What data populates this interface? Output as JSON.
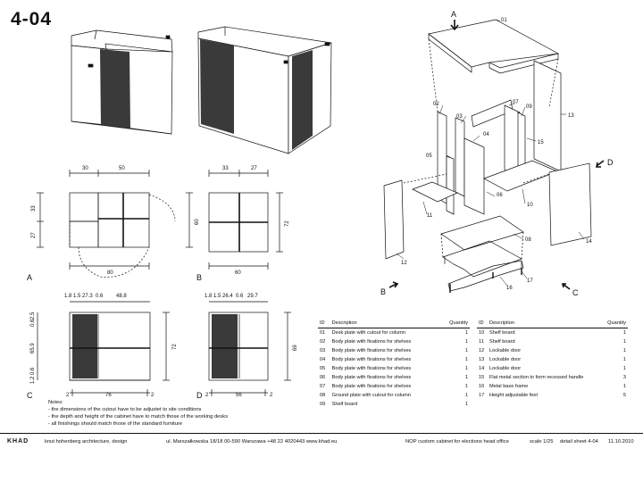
{
  "sheet": {
    "number": "4-04"
  },
  "views": {
    "A": "A",
    "B": "B",
    "C": "C",
    "D": "D"
  },
  "dims": {
    "a_w1": "30",
    "a_w2": "50",
    "a_h1": "33",
    "a_h2": "27",
    "a_side": "60",
    "a_total": "80",
    "b_w1": "33",
    "b_w2": "27",
    "b_h": "72",
    "b_total": "60",
    "c_top": [
      "1.8",
      "1.5",
      "27.3",
      "0.6",
      "48.8"
    ],
    "c_left": [
      "2.5",
      "0.6",
      "65.9",
      "0.6",
      "1.2"
    ],
    "c_h": "72",
    "c_bot": [
      "2",
      "76",
      "2"
    ],
    "d_top": [
      "1.8",
      "1.5",
      "26.4",
      "0.6",
      "29.7"
    ],
    "d_h": "69",
    "d_bot": [
      "2",
      "56",
      "2"
    ]
  },
  "callouts": {
    "p01": "01",
    "p02": "02",
    "p03": "03",
    "p04": "04",
    "p05": "05",
    "p06": "06",
    "p07": "07",
    "p08": "08",
    "p09": "09",
    "p10": "10",
    "p11": "11",
    "p12": "12",
    "p13": "13",
    "p14": "14",
    "p15": "15",
    "p16": "16",
    "p17": "17",
    "dirA": "A",
    "dirB": "B",
    "dirC": "C",
    "dirD": "D"
  },
  "parts_header": {
    "id": "ID",
    "description": "Description",
    "quantity": "Quantity"
  },
  "parts_left": [
    {
      "id": "01",
      "description": "Desk plate with cutout for column",
      "quantity": "1"
    },
    {
      "id": "02",
      "description": "Body plate with fixations for shelves",
      "quantity": "1"
    },
    {
      "id": "03",
      "description": "Body plate with fixations for shelves",
      "quantity": "1"
    },
    {
      "id": "04",
      "description": "Body plate with fixations for shelves",
      "quantity": "1"
    },
    {
      "id": "05",
      "description": "Body plate with fixations for shelves",
      "quantity": "1"
    },
    {
      "id": "06",
      "description": "Body plate with fixations for shelves",
      "quantity": "1"
    },
    {
      "id": "07",
      "description": "Body plate with fixations for shelves",
      "quantity": "1"
    },
    {
      "id": "08",
      "description": "Ground plate with cutout for column",
      "quantity": "1"
    },
    {
      "id": "09",
      "description": "Shelf board",
      "quantity": "1"
    }
  ],
  "parts_right": [
    {
      "id": "10",
      "description": "Shelf board",
      "quantity": "1"
    },
    {
      "id": "11",
      "description": "Shelf board",
      "quantity": "1"
    },
    {
      "id": "12",
      "description": "Lockable door",
      "quantity": "1"
    },
    {
      "id": "13",
      "description": "Lockable door",
      "quantity": "1"
    },
    {
      "id": "14",
      "description": "Lockable door",
      "quantity": "1"
    },
    {
      "id": "15",
      "description": "Flat metal section to form recessed handle",
      "quantity": "3"
    },
    {
      "id": "16",
      "description": "Metal base frame",
      "quantity": "1"
    },
    {
      "id": "17",
      "description": "Height adjustable feet",
      "quantity": "5"
    }
  ],
  "notes": {
    "title": "Notes:",
    "lines": [
      "- the dimensions of the cutout have to be adjustet to site conditions",
      "- the depth and height of the cabinet have to match those of the working desks",
      "- all finishings should match those of the standard furniture"
    ]
  },
  "footer": {
    "logo": "KHAD",
    "firm": "knut hohenberg  architecture, design",
    "address": "ul. Marszałkowska 18/18   00-590 Warszawa  +48 22 4020443   www.khad.eu",
    "project": "NOP custom cabinet for elections head office",
    "scale": "scale 1/25",
    "detail": "detail sheet 4-04",
    "date": "11.10.2010"
  }
}
